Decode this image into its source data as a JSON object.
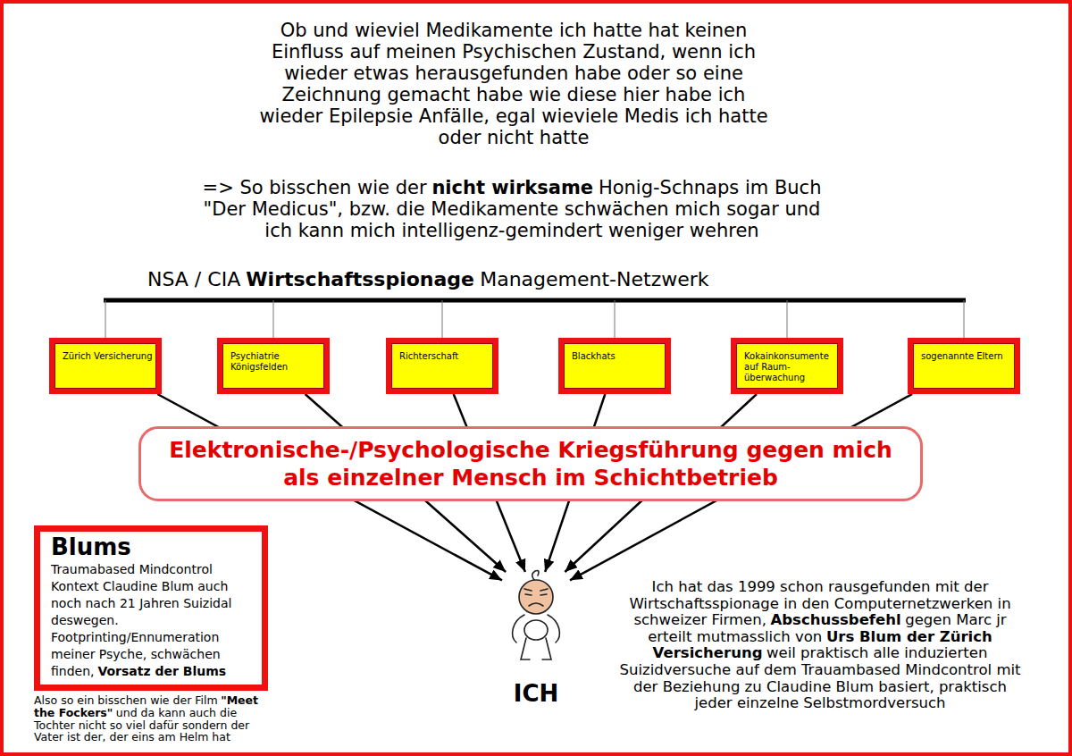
{
  "diagram": {
    "nodes": [
      {
        "text": [
          "Zürich Versicherung"
        ]
      },
      {
        "text": [
          "Psychiatrie Königsfelden"
        ]
      },
      {
        "text": [
          "Richterschaft"
        ]
      },
      {
        "text": [
          "Blackhats"
        ]
      },
      {
        "text": [
          "Kokainkonsumente auf Raum-überwachung"
        ]
      },
      {
        "text": [
          "sogenannte Eltern"
        ]
      },
      {
        "text": [
          "Elektronische-/Psychologische Kriegsführung gegen mich als einzelner Mensch im Schichtbetrieb"
        ]
      },
      {
        "text": [
          "Blums",
          "Traumabased Mindcontrol Kontext Claudine Blum auch noch nach 21 Jahren Suizidal deswegen. Footprinting/Ennumeration meiner Psyche, schwächen finden,",
          "Vorsatz der Blums"
        ]
      },
      {
        "text": [
          "ICH"
        ]
      }
    ],
    "edges": [
      {
        "from": 0,
        "to": 8,
        "arrow": "to"
      },
      {
        "from": 1,
        "to": 8,
        "arrow": "to"
      },
      {
        "from": 2,
        "to": 8,
        "arrow": "to"
      },
      {
        "from": 3,
        "to": 8,
        "arrow": "to"
      },
      {
        "from": 4,
        "to": 8,
        "arrow": "to"
      },
      {
        "from": 5,
        "to": 8,
        "arrow": "to"
      }
    ],
    "labels": [
      "Ob und wieviel Medikamente ich hatte hat keinen Einfluss auf meinen Psychischen Zustand, wenn ich wieder etwas herausgefunden habe oder so eine Zeichnung gemacht habe wie diese hier habe ich wieder Epilepsie Anfälle, egal wieviele Medis ich hatte oder nicht hatte",
      "=> So bisschen wie der",
      "nicht wirksame",
      "Honig-Schnaps im Buch \"Der Medicus\", bzw. die Medikamente schwächen mich sogar und ich kann mich intelligenz-gemindert weniger wehren",
      "NSA / CIA",
      "Wirtschaftsspionage",
      "Management-Netzwerk",
      "Also so ein bisschen wie der Film",
      "\"Meet the Fockers\"",
      "und da kann auch die Tochter nicht so viel dafür sondern der Vater ist der, der eins am Helm hat",
      "Ich hat das 1999 schon rausgefunden mit der Wirtschaftsspionage in den Computernetzwerken in schweizer Firmen,",
      "Abschussbefehl",
      "gegen Marc jr erteilt mutmasslich von",
      "Urs Blum der Zürich Versicherung",
      "weil praktisch alle induzierten Suizidversuche auf dem Trauambased Mindcontrol mit der Beziehung zu Claudine Blum basiert, praktisch jeder einzelne Selbstmordversuch"
    ]
  }
}
